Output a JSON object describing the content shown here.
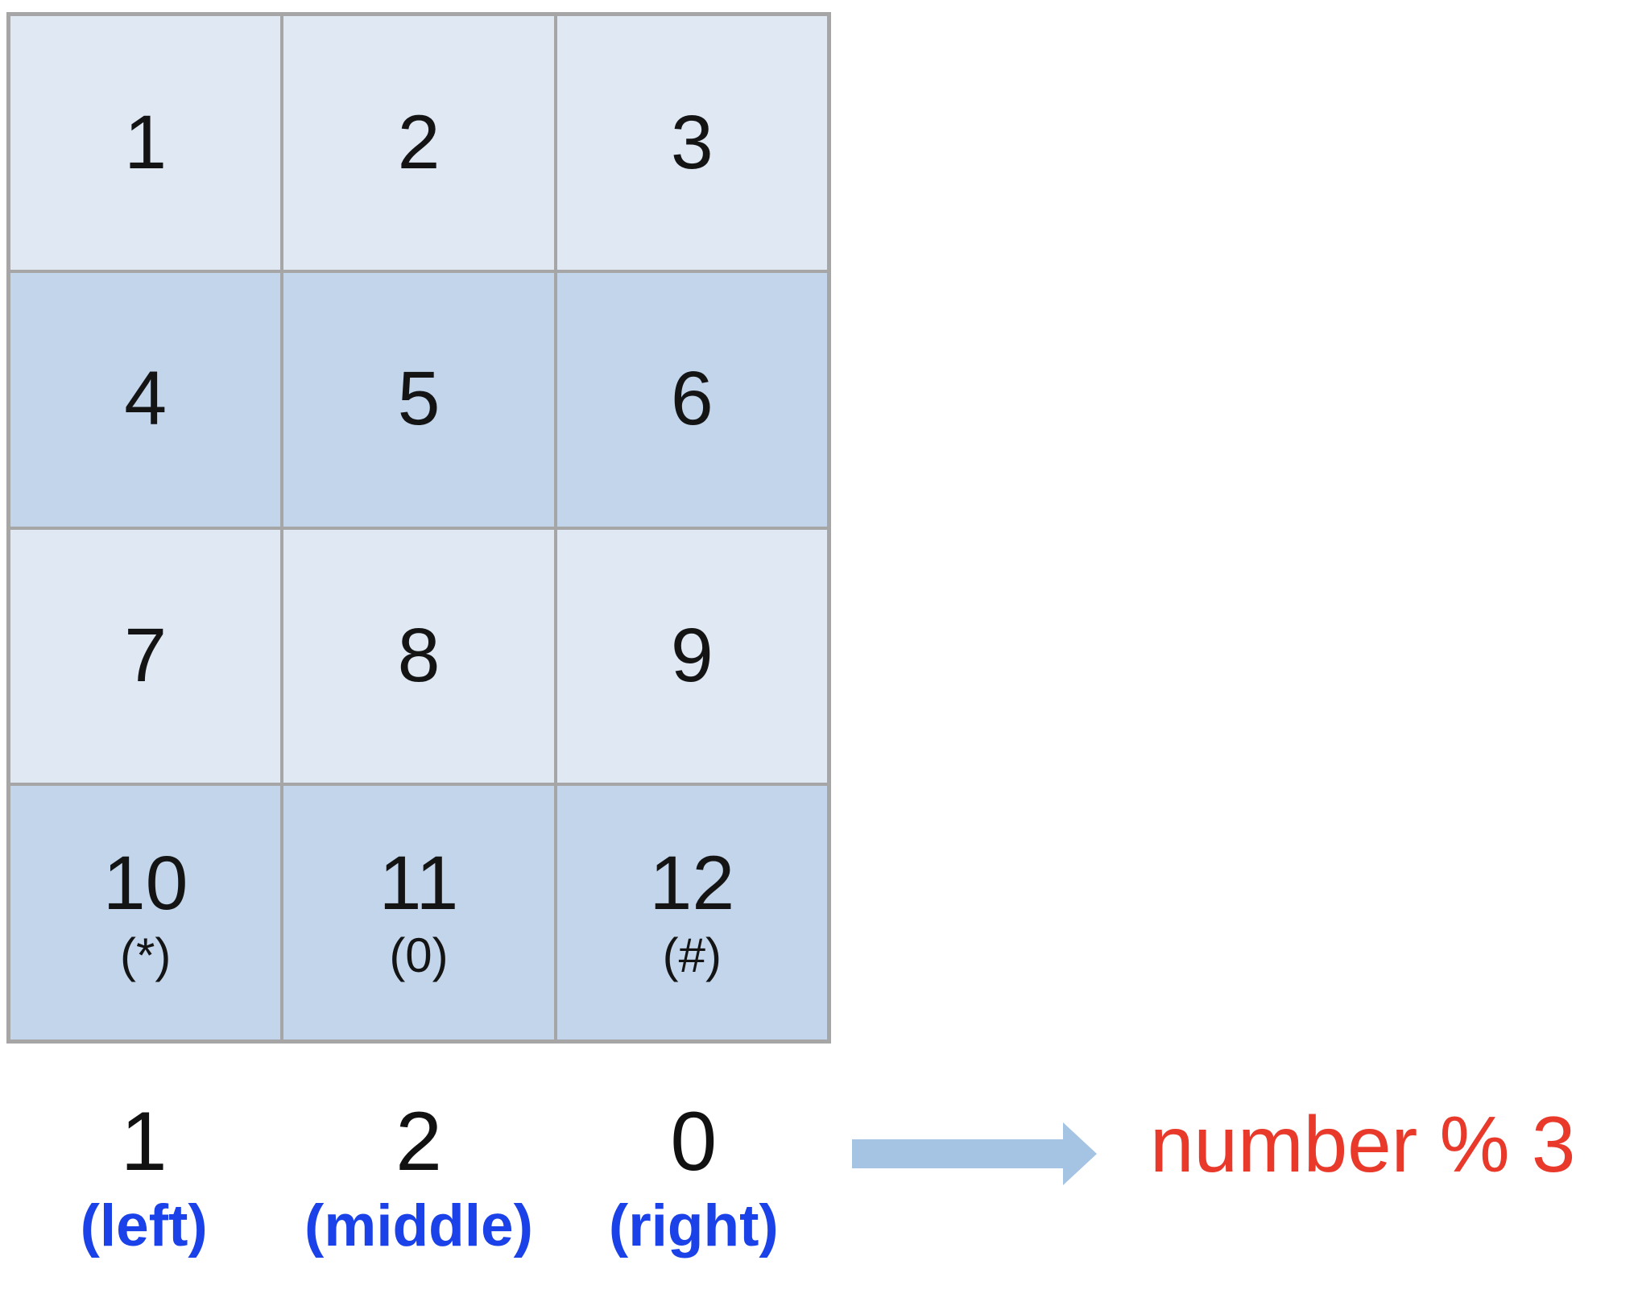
{
  "keypad": {
    "rows": [
      {
        "shade": "light",
        "cells": [
          {
            "number": "1"
          },
          {
            "number": "2"
          },
          {
            "number": "3"
          }
        ]
      },
      {
        "shade": "dark",
        "cells": [
          {
            "number": "4"
          },
          {
            "number": "5"
          },
          {
            "number": "6"
          }
        ]
      },
      {
        "shade": "light",
        "cells": [
          {
            "number": "7"
          },
          {
            "number": "8"
          },
          {
            "number": "9"
          }
        ]
      },
      {
        "shade": "dark",
        "cells": [
          {
            "number": "10",
            "sub": "(*)"
          },
          {
            "number": "11",
            "sub": "(0)"
          },
          {
            "number": "12",
            "sub": "(#)"
          }
        ]
      }
    ]
  },
  "column_remainders": [
    {
      "value": "1",
      "label": "(left)"
    },
    {
      "value": "2",
      "label": "(middle)"
    },
    {
      "value": "0",
      "label": "(right)"
    }
  ],
  "formula": {
    "text": "number % 3"
  },
  "icons": {
    "arrow": "right-block-arrow-icon"
  },
  "colors": {
    "cell_light": "#dfe8f3",
    "cell_dark": "#c2d5ea",
    "gridline": "#a6a6a6",
    "arrow_blue": "#a5c3e3",
    "label_blue": "#1b42e8",
    "formula_red": "#e8392b"
  }
}
